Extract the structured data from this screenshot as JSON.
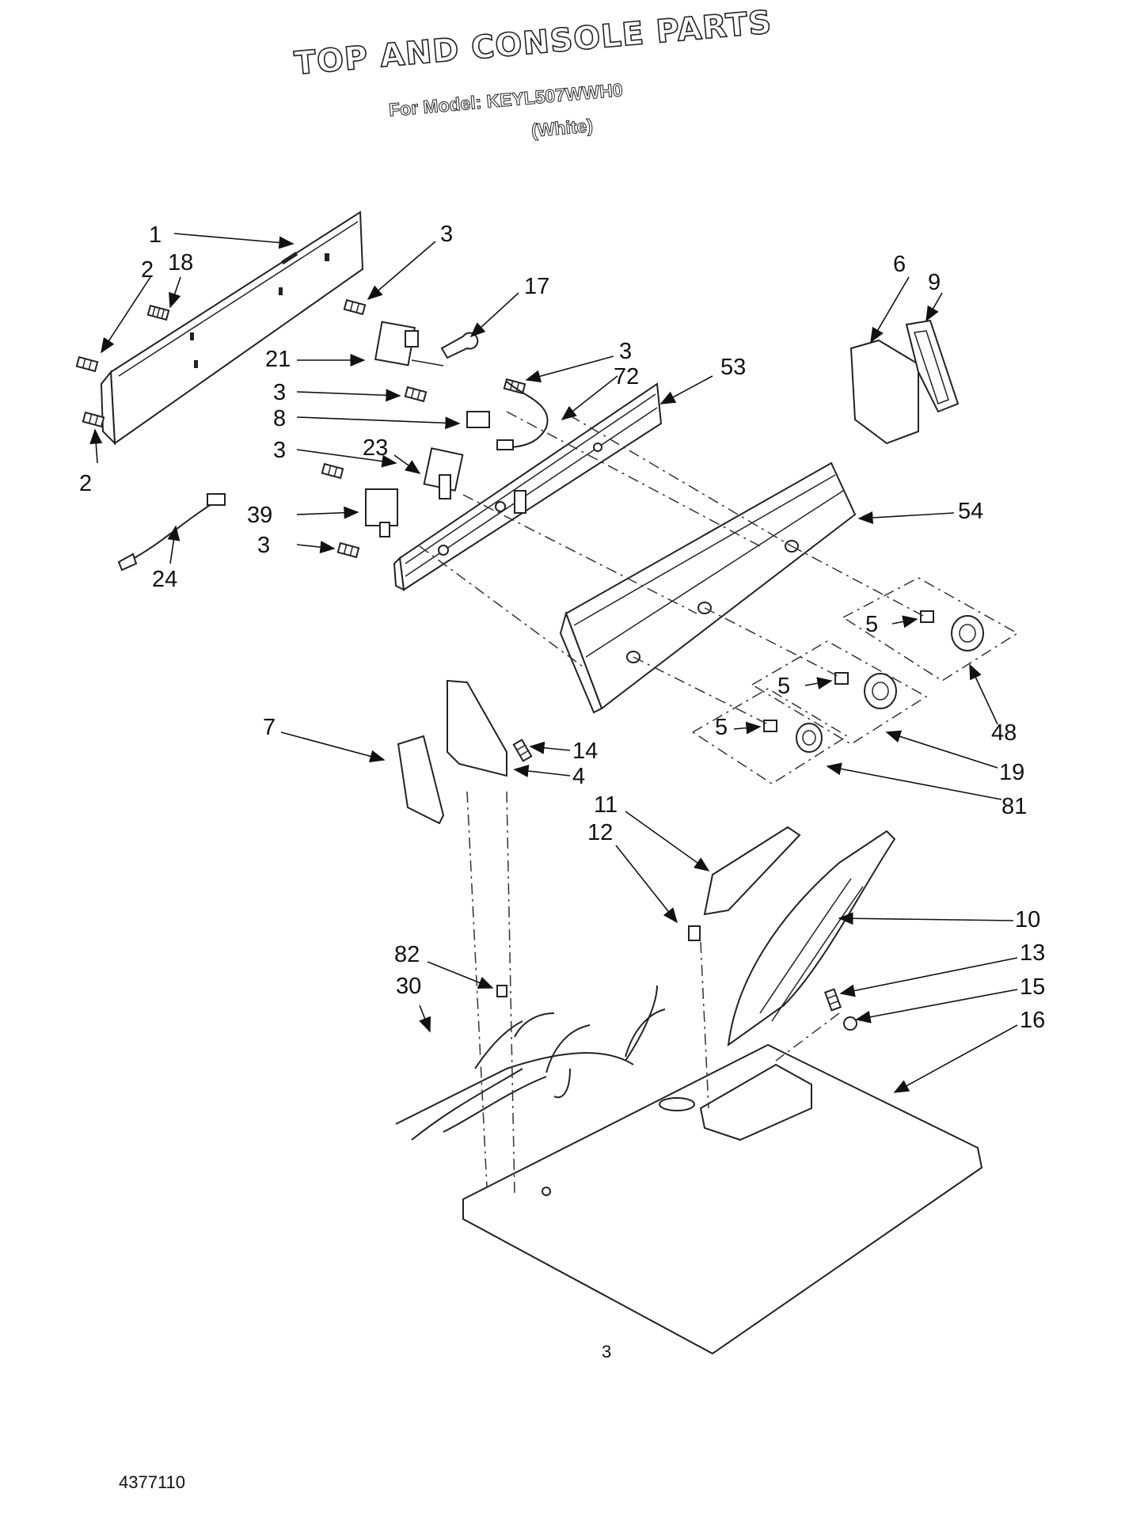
{
  "title": "TOP AND CONSOLE PARTS",
  "subtitle": "For Model: KEYL507WWH0",
  "color_variant": "(White)",
  "labels": [
    "1",
    "2",
    "18",
    "3",
    "17",
    "21",
    "3",
    "72",
    "53",
    "3",
    "8",
    "3",
    "23",
    "39",
    "3",
    "24",
    "6",
    "9",
    "54",
    "5",
    "5",
    "5",
    "48",
    "19",
    "81",
    "7",
    "14",
    "4",
    "11",
    "12",
    "10",
    "82",
    "30",
    "13",
    "15",
    "16",
    "2"
  ],
  "page_number": "3",
  "document_number": "4377110"
}
